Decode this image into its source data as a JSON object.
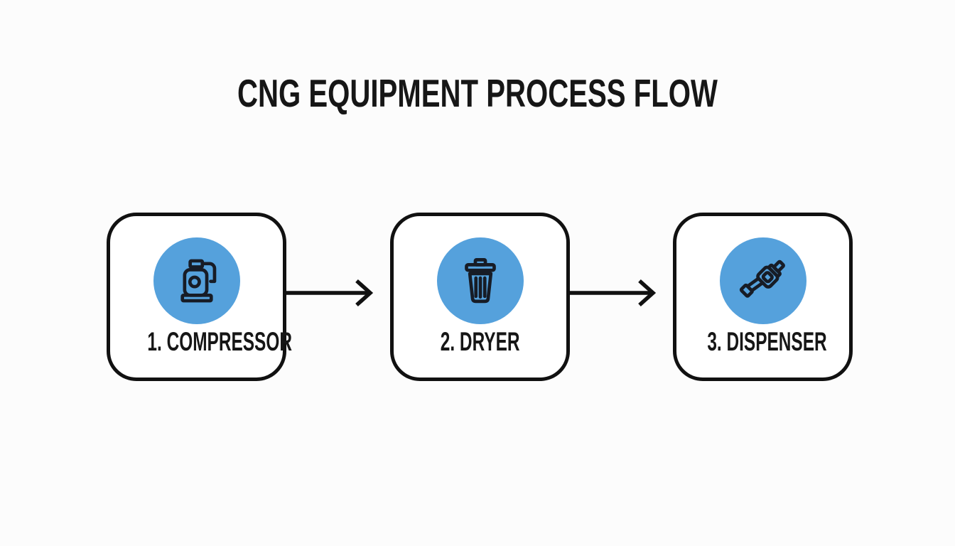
{
  "title": "CNG EQUIPMENT PROCESS FLOW",
  "steps": [
    {
      "label": "1. COMPRESSOR",
      "icon": "compressor-icon"
    },
    {
      "label": "2. DRYER",
      "icon": "trash-can-icon"
    },
    {
      "label": "3. DISPENSER",
      "icon": "fuel-nozzle-icon"
    }
  ],
  "colors": {
    "background": "#FCFCFC",
    "box_border": "#111111",
    "circle": "#55A1DC",
    "icon_stroke": "#171C26",
    "text": "#161616"
  }
}
